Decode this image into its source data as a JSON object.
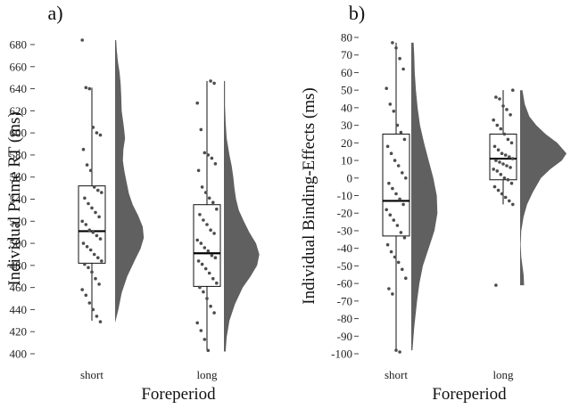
{
  "colors": {
    "violin": "#606060",
    "point": "#4d4d4d",
    "box": "#111111",
    "median": "#000000"
  },
  "chart_data": [
    {
      "panel_label": "a)",
      "type": "box-violin-jitter",
      "title": "",
      "xlabel": "Foreperiod",
      "ylabel": "Individual Prime RT (ms)",
      "categories": [
        "short",
        "long"
      ],
      "ylim": [
        400,
        680
      ],
      "yticks": [
        400,
        420,
        440,
        460,
        480,
        500,
        520,
        540,
        560,
        580,
        600,
        620,
        640,
        660,
        680
      ],
      "ytick_labels": [
        "400",
        "420",
        "440",
        "460",
        "480",
        "500",
        "520",
        "540",
        "560",
        "580",
        "600",
        "620",
        "640",
        "660",
        "680"
      ],
      "grid": false,
      "boxes": [
        {
          "category": "short",
          "whisker_low": 430,
          "q1": 482,
          "median": 511,
          "q3": 552,
          "whisker_high": 641
        },
        {
          "category": "long",
          "whisker_low": 403,
          "q1": 461,
          "median": 491,
          "q3": 535,
          "whisker_high": 647
        }
      ],
      "violins": [
        {
          "category": "short",
          "y_range": [
            428,
            684
          ],
          "density": [
            [
              428,
              0.0
            ],
            [
              440,
              0.06
            ],
            [
              455,
              0.12
            ],
            [
              470,
              0.22
            ],
            [
              485,
              0.36
            ],
            [
              495,
              0.46
            ],
            [
              505,
              0.52
            ],
            [
              515,
              0.5
            ],
            [
              525,
              0.42
            ],
            [
              535,
              0.32
            ],
            [
              545,
              0.25
            ],
            [
              555,
              0.21
            ],
            [
              565,
              0.17
            ],
            [
              575,
              0.14
            ],
            [
              585,
              0.15
            ],
            [
              595,
              0.18
            ],
            [
              605,
              0.16
            ],
            [
              620,
              0.12
            ],
            [
              635,
              0.11
            ],
            [
              645,
              0.1
            ],
            [
              655,
              0.08
            ],
            [
              665,
              0.05
            ],
            [
              675,
              0.03
            ],
            [
              684,
              0.02
            ]
          ]
        },
        {
          "category": "long",
          "y_range": [
            402,
            647
          ],
          "density": [
            [
              402,
              0.03
            ],
            [
              415,
              0.05
            ],
            [
              430,
              0.1
            ],
            [
              445,
              0.2
            ],
            [
              460,
              0.34
            ],
            [
              470,
              0.48
            ],
            [
              480,
              0.6
            ],
            [
              490,
              0.64
            ],
            [
              500,
              0.58
            ],
            [
              510,
              0.46
            ],
            [
              520,
              0.36
            ],
            [
              530,
              0.27
            ],
            [
              540,
              0.22
            ],
            [
              550,
              0.19
            ],
            [
              560,
              0.17
            ],
            [
              570,
              0.14
            ],
            [
              580,
              0.1
            ],
            [
              595,
              0.05
            ],
            [
              610,
              0.03
            ],
            [
              625,
              0.02
            ],
            [
              640,
              0.02
            ],
            [
              647,
              0.02
            ]
          ]
        }
      ],
      "points": [
        {
          "category": "short",
          "values": [
            684,
            641,
            640,
            605,
            600,
            598,
            585,
            571,
            566,
            551,
            548,
            546,
            541,
            536,
            532,
            528,
            524,
            520,
            517,
            512,
            510,
            507,
            504,
            500,
            497,
            494,
            490,
            487,
            484,
            481,
            478,
            474,
            468,
            463,
            458,
            453,
            446,
            440,
            434,
            429
          ]
        },
        {
          "category": "long",
          "values": [
            647,
            645,
            627,
            603,
            582,
            580,
            577,
            572,
            566,
            551,
            546,
            541,
            537,
            531,
            526,
            521,
            517,
            512,
            509,
            503,
            500,
            496,
            493,
            489,
            487,
            484,
            481,
            477,
            473,
            468,
            464,
            460,
            456,
            450,
            443,
            437,
            428,
            421,
            413,
            403
          ]
        }
      ]
    },
    {
      "panel_label": "b)",
      "type": "box-violin-jitter",
      "title": "",
      "xlabel": "Foreperiod",
      "ylabel": "Individual Binding-Effects (ms)",
      "categories": [
        "short",
        "long"
      ],
      "ylim": [
        -100,
        80
      ],
      "yticks": [
        -100,
        -90,
        -80,
        -70,
        -60,
        -50,
        -40,
        -30,
        -20,
        -10,
        0,
        10,
        20,
        30,
        40,
        50,
        60,
        70,
        80
      ],
      "ytick_labels": [
        "-100",
        "-90",
        "-80",
        "-70",
        "-60",
        "-50",
        "-40",
        "-30",
        "-20",
        "-10",
        "0",
        "10",
        "20",
        "30",
        "40",
        "50",
        "60",
        "70",
        "80"
      ],
      "grid": false,
      "boxes": [
        {
          "category": "short",
          "whisker_low": -98,
          "q1": -33,
          "median": -13,
          "q3": 25,
          "whisker_high": 77
        },
        {
          "category": "long",
          "whisker_low": -15,
          "q1": -1,
          "median": 11,
          "q3": 25,
          "whisker_high": 50
        }
      ],
      "violins": [
        {
          "category": "short",
          "y_range": [
            -98,
            77
          ],
          "density": [
            [
              -98,
              0.02
            ],
            [
              -85,
              0.05
            ],
            [
              -70,
              0.1
            ],
            [
              -60,
              0.14
            ],
            [
              -50,
              0.2
            ],
            [
              -40,
              0.3
            ],
            [
              -30,
              0.4
            ],
            [
              -20,
              0.45
            ],
            [
              -10,
              0.44
            ],
            [
              0,
              0.38
            ],
            [
              10,
              0.3
            ],
            [
              20,
              0.22
            ],
            [
              30,
              0.15
            ],
            [
              40,
              0.11
            ],
            [
              50,
              0.08
            ],
            [
              60,
              0.06
            ],
            [
              70,
              0.05
            ],
            [
              77,
              0.04
            ]
          ]
        },
        {
          "category": "long",
          "y_range": [
            -61,
            50
          ],
          "density": [
            [
              -61,
              0.07
            ],
            [
              -55,
              0.06
            ],
            [
              -50,
              0.04
            ],
            [
              -45,
              0.02
            ],
            [
              -38,
              0.01
            ],
            [
              -30,
              0.02
            ],
            [
              -22,
              0.06
            ],
            [
              -15,
              0.12
            ],
            [
              -8,
              0.22
            ],
            [
              0,
              0.36
            ],
            [
              5,
              0.52
            ],
            [
              10,
              0.72
            ],
            [
              14,
              0.8
            ],
            [
              20,
              0.64
            ],
            [
              25,
              0.44
            ],
            [
              30,
              0.28
            ],
            [
              35,
              0.16
            ],
            [
              42,
              0.08
            ],
            [
              50,
              0.04
            ]
          ]
        }
      ],
      "points": [
        {
          "category": "short",
          "values": [
            77,
            74,
            68,
            62,
            51,
            42,
            38,
            30,
            26,
            22,
            18,
            14,
            10,
            7,
            3,
            0,
            -3,
            -6,
            -9,
            -12,
            -15,
            -18,
            -21,
            -24,
            -27,
            -31,
            -34,
            -38,
            -42,
            -45,
            -48,
            -52,
            -57,
            -63,
            -66,
            -98,
            -99
          ]
        },
        {
          "category": "long",
          "values": [
            50,
            46,
            45,
            41,
            39,
            36,
            33,
            30,
            28,
            25,
            22,
            20,
            18,
            16,
            14,
            13,
            12,
            11,
            10,
            9,
            8,
            7,
            6,
            5,
            4,
            2,
            0,
            -1,
            -3,
            -5,
            -7,
            -9,
            -11,
            -13,
            -15,
            -61
          ]
        }
      ]
    }
  ]
}
